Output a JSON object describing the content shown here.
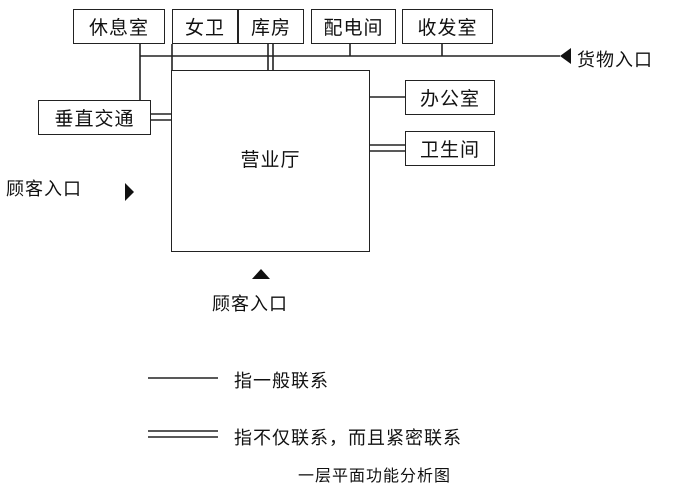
{
  "rooms": {
    "rest_room": "休息室",
    "female_wc": "女卫",
    "storage": "库房",
    "power_room": "配电间",
    "receiving": "收发室",
    "vertical_circulation": "垂直交通",
    "office": "办公室",
    "toilet": "卫生间",
    "sales_hall": "营业厅"
  },
  "entrances": {
    "goods_entrance": "货物入口",
    "customer_entrance_left": "顾客入口",
    "customer_entrance_bottom": "顾客入口"
  },
  "legend": {
    "single_line": "指一般联系",
    "double_line": "指不仅联系，而且紧密联系"
  },
  "caption": "一层平面功能分析图"
}
